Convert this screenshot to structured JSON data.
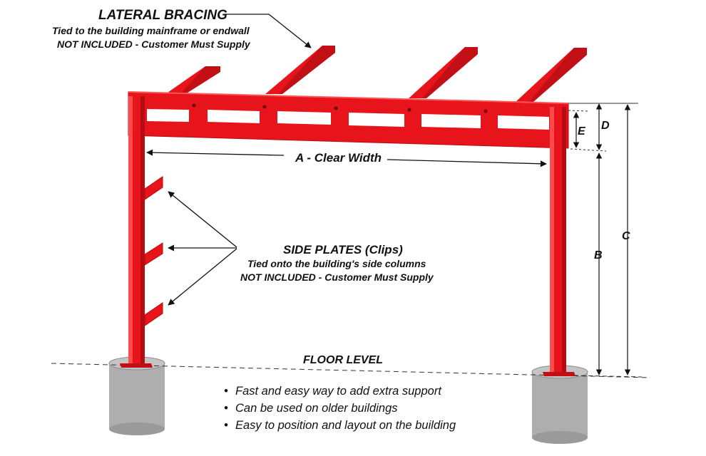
{
  "lateral_bracing": {
    "title": "LATERAL BRACING",
    "line1": "Tied to the building mainframe or endwall",
    "line2": "NOT INCLUDED - Customer Must Supply"
  },
  "clear_width_label": "A - Clear Width",
  "side_plates": {
    "title": "SIDE PLATES (Clips)",
    "line1": "Tied onto the building's side columns",
    "line2": "NOT INCLUDED - Customer Must Supply"
  },
  "floor_level_label": "FLOOR LEVEL",
  "dimension_labels": {
    "b": "B",
    "c": "C",
    "d": "D",
    "e": "E"
  },
  "features": [
    "Fast and easy way to add extra support",
    "Can be used on older buildings",
    "Easy to position and layout on the building"
  ],
  "colors": {
    "steel": "#e8141b",
    "steel_dark": "#b50d12",
    "steel_light": "#ff4b4b",
    "concrete": "#aeaeae",
    "concrete_dark": "#8c8c8c",
    "ink": "#111111"
  }
}
